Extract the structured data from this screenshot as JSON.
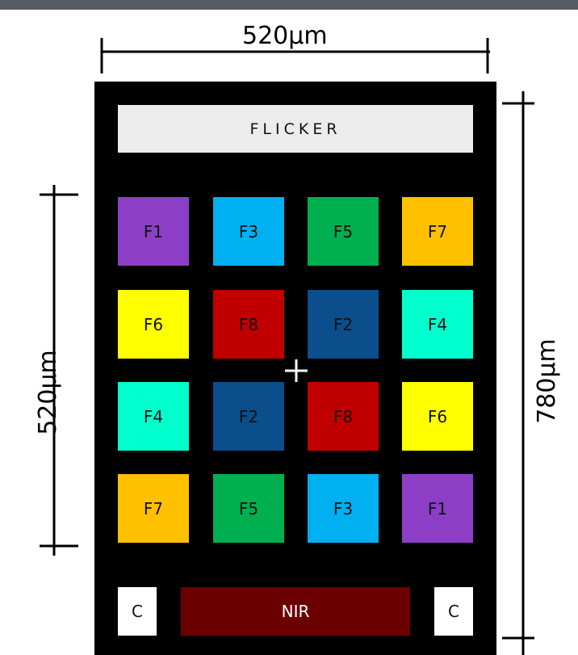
{
  "dimensions": {
    "top_width": "520µm",
    "left_height": "520µm",
    "right_height": "780µm"
  },
  "flicker": {
    "label": "FLICKER"
  },
  "filters": [
    {
      "label": "F1",
      "color": "#8c3fc6"
    },
    {
      "label": "F3",
      "color": "#00b0f0"
    },
    {
      "label": "F5",
      "color": "#00b050"
    },
    {
      "label": "F7",
      "color": "#ffc000"
    },
    {
      "label": "F6",
      "color": "#ffff00"
    },
    {
      "label": "F8",
      "color": "#c00000"
    },
    {
      "label": "F2",
      "color": "#0b4e8c"
    },
    {
      "label": "F4",
      "color": "#00ffcc"
    },
    {
      "label": "F4",
      "color": "#00ffcc"
    },
    {
      "label": "F2",
      "color": "#0b4e8c"
    },
    {
      "label": "F8",
      "color": "#c00000"
    },
    {
      "label": "F6",
      "color": "#ffff00"
    },
    {
      "label": "F7",
      "color": "#ffc000"
    },
    {
      "label": "F5",
      "color": "#00b050"
    },
    {
      "label": "F3",
      "color": "#00b0f0"
    },
    {
      "label": "F1",
      "color": "#8c3fc6"
    }
  ],
  "bottom": {
    "left_c": "C",
    "nir": "NIR",
    "right_c": "C",
    "nir_color": "#6b0000"
  },
  "colors": {
    "chip_background": "#000000",
    "flicker_background": "#ececec"
  }
}
